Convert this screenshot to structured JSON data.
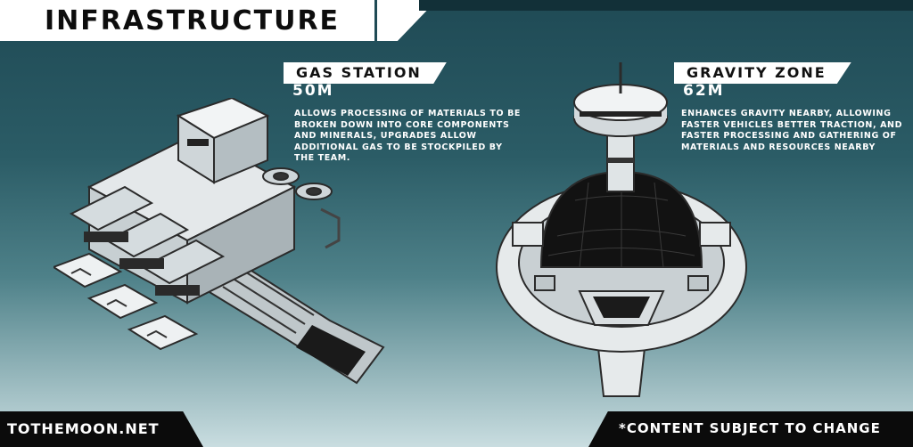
{
  "header": {
    "title": "INFRASTRUCTURE"
  },
  "cards": [
    {
      "name": "GAS STATION",
      "cost": "50M",
      "description": "ALLOWS PROCESSING OF MATERIALS TO BE BROKEN DOWN INTO CORE COMPONENTS AND MINERALS, UPGRADES ALLOW ADDITIONAL GAS TO BE STOCKPILED BY THE TEAM."
    },
    {
      "name": "GRAVITY ZONE",
      "cost": "62M",
      "description": "ENHANCES GRAVITY NEARBY, ALLOWING FASTER VEHICLES BETTER TRACTION, AND FASTER PROCESSING AND GATHERING OF MATERIALS AND RESOURCES NEARBY"
    }
  ],
  "footer": {
    "site": "TOTHEMOON.NET",
    "disclaimer": "*CONTENT SUBJECT TO CHANGE"
  },
  "colors": {
    "accent": "#ffffff",
    "background": "#2b5c66",
    "dark": "#0b0b0b"
  }
}
